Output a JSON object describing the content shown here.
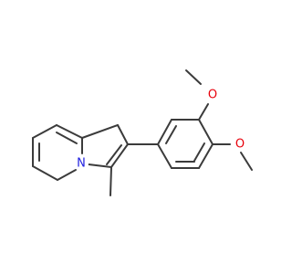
{
  "molecule": {
    "colors": {
      "bond": "#3b3b3b",
      "oxygen": "#e8000b",
      "nitrogen": "#1f1fe0",
      "background": "#ffffff"
    },
    "labels": {
      "nitrogen": "N",
      "oxygen_top": "O",
      "oxygen_right": "O"
    }
  }
}
